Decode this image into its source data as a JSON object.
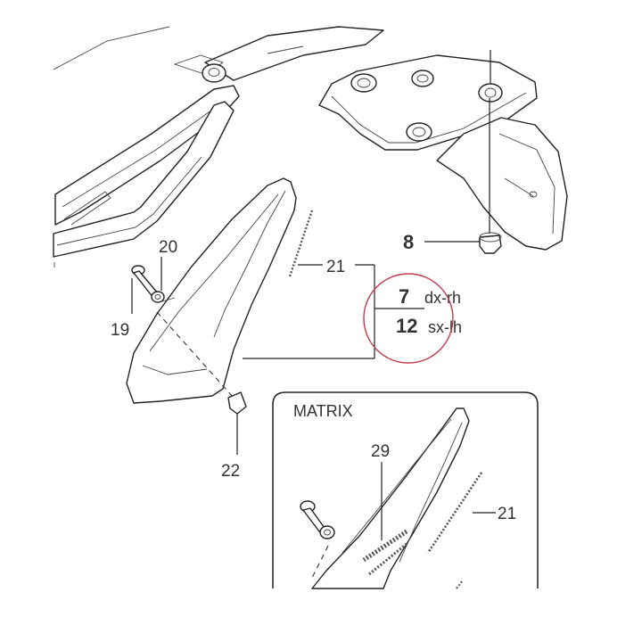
{
  "callouts": {
    "p8": "8",
    "p19": "19",
    "p20": "20",
    "p21": "21",
    "p22": "22",
    "p7": "7",
    "p12": "12",
    "dx_rh": "dx-rh",
    "sx_lh": "sx-lh"
  },
  "inset": {
    "title": "MATRIX",
    "p29": "29",
    "p21": "21"
  },
  "colors": {
    "line": "#222222",
    "text": "#333333",
    "highlight_circle": "#c23a4a"
  }
}
